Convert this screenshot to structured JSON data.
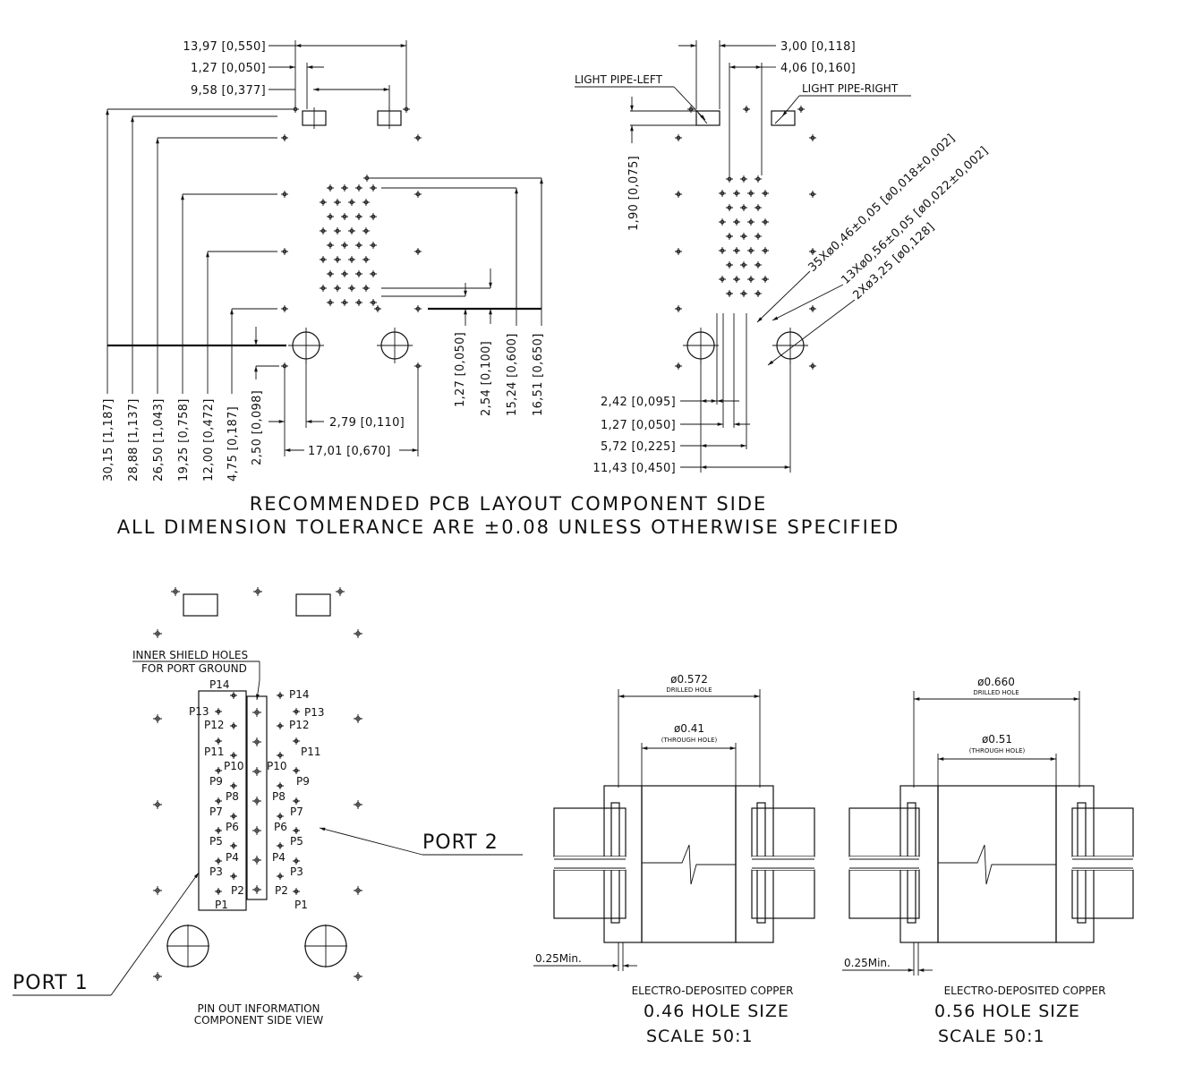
{
  "top_left": {
    "dims_top": [
      "13,97 [0,550]",
      "1,27 [0,050]",
      "9,58 [0,377]"
    ],
    "dims_vert_left": [
      "30,15 [1,187]",
      "28,88 [1,137]",
      "26,50 [1,043]",
      "19,25 [0,758]",
      "12,00 [0,472]",
      "4,75 [0,187]",
      "2,50 [0,098]"
    ],
    "dims_vert_right": [
      "1,27 [0,050]",
      "2,54 [0,100]",
      "15,24 [0,600]",
      "16,51 [0,650]"
    ],
    "dims_bottom": [
      "2,79 [0,110]",
      "17,01 [0,670]"
    ]
  },
  "top_right": {
    "dims_top": [
      "3,00 [0,118]",
      "4,06 [0,160]"
    ],
    "light_pipe_left": "LIGHT PIPE-LEFT",
    "light_pipe_right": "LIGHT PIPE-RIGHT",
    "dim_vertical": "1,90 [0,075]",
    "diag_labels": [
      "35Xø0,46±0,05 [ø0,018±0,002]",
      "13Xø0,56±0,05 [ø0,022±0,002]",
      "2Xø3,25 [ø0,128]"
    ],
    "dims_bottom": [
      "2,42 [0,095]",
      "1,27 [0,050]",
      "5,72 [0,225]",
      "11,43 [0,450]"
    ]
  },
  "captions": {
    "line1": "RECOMMENDED PCB LAYOUT COMPONENT SIDE",
    "line2": "ALL DIMENSION TOLERANCE ARE ±0.08 UNLESS OTHERWISE SPECIFIED"
  },
  "pinout": {
    "shield_label_1": "INNER SHIELD HOLES",
    "shield_label_2": "FOR PORT GROUND",
    "port1": "PORT 1",
    "port2": "PORT 2",
    "left_pins": [
      "P14",
      "P13",
      "P12",
      "P11",
      "P10",
      "P9",
      "P8",
      "P7",
      "P6",
      "P5",
      "P4",
      "P3",
      "P2",
      "P1"
    ],
    "right_pins": [
      "P14",
      "P13",
      "P12",
      "P11",
      "P10",
      "P9",
      "P8",
      "P7",
      "P6",
      "P5",
      "P4",
      "P3",
      "P2",
      "P1"
    ],
    "caption_1": "PIN OUT INFORMATION",
    "caption_2": "COMPONENT SIDE VIEW"
  },
  "hole_046": {
    "drilled_value": "ø0.572",
    "drilled_label": "DRILLED HOLE",
    "through_value": "ø0.41",
    "through_label": "(THROUGH HOLE)",
    "min_label": "0.25Min.",
    "copper_label": "ELECTRO-DEPOSITED COPPER",
    "size_label": "0.46 HOLE SIZE",
    "scale_label": "SCALE 50:1"
  },
  "hole_056": {
    "drilled_value": "ø0.660",
    "drilled_label": "DRILLED HOLE",
    "through_value": "ø0.51",
    "through_label": "(THROUGH HOLE)",
    "min_label": "0.25Min.",
    "copper_label": "ELECTRO-DEPOSITED COPPER",
    "size_label": "0.56 HOLE SIZE",
    "scale_label": "SCALE 50:1"
  }
}
